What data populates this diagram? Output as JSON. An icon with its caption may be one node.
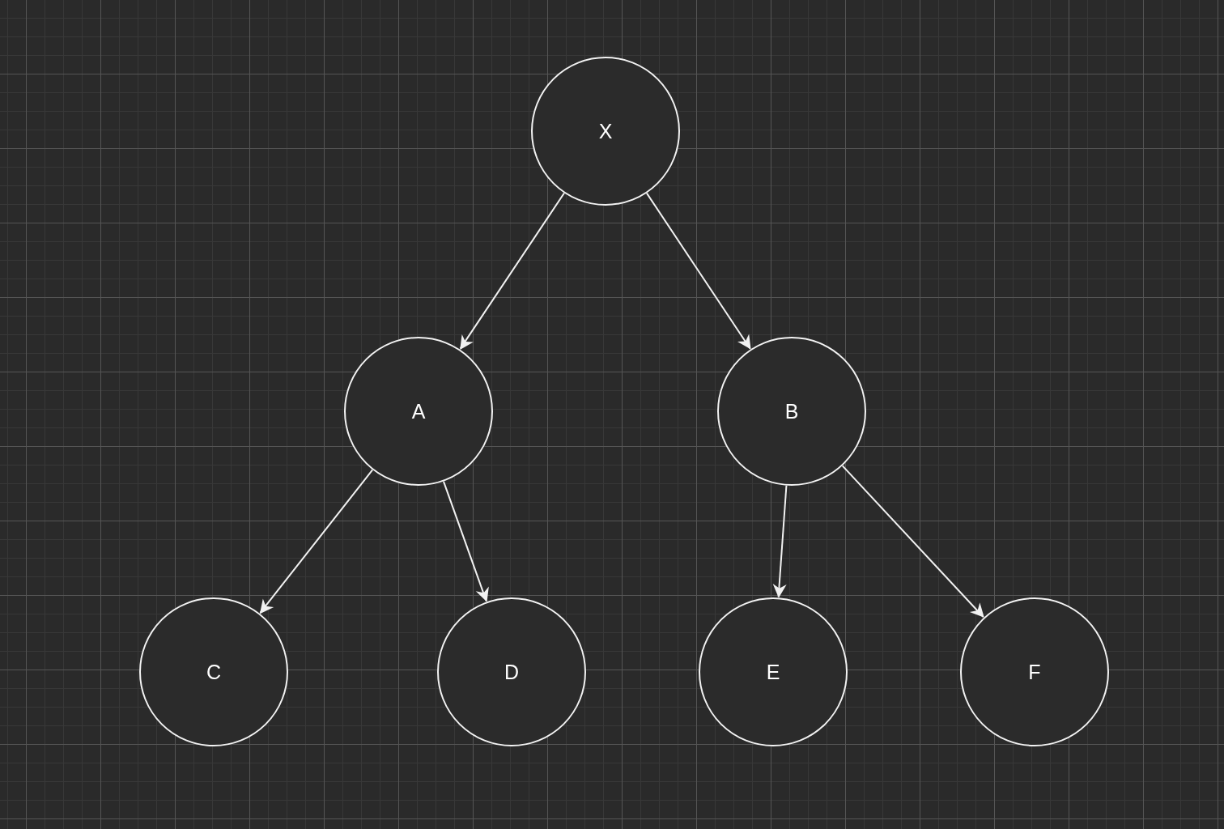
{
  "diagram": {
    "nodes": [
      {
        "text": [
          "X"
        ]
      },
      {
        "text": [
          "A"
        ]
      },
      {
        "text": [
          "B"
        ]
      },
      {
        "text": [
          "C"
        ]
      },
      {
        "text": [
          "D"
        ]
      },
      {
        "text": [
          "E"
        ]
      },
      {
        "text": [
          "F"
        ]
      }
    ],
    "edges": [
      {
        "from": 0,
        "to": 1,
        "arrow": "to"
      },
      {
        "from": 0,
        "to": 2,
        "arrow": "to"
      },
      {
        "from": 1,
        "to": 3,
        "arrow": "to"
      },
      {
        "from": 1,
        "to": 4,
        "arrow": "to"
      },
      {
        "from": 2,
        "to": 5,
        "arrow": "to"
      },
      {
        "from": 2,
        "to": 6,
        "arrow": "to"
      }
    ]
  }
}
